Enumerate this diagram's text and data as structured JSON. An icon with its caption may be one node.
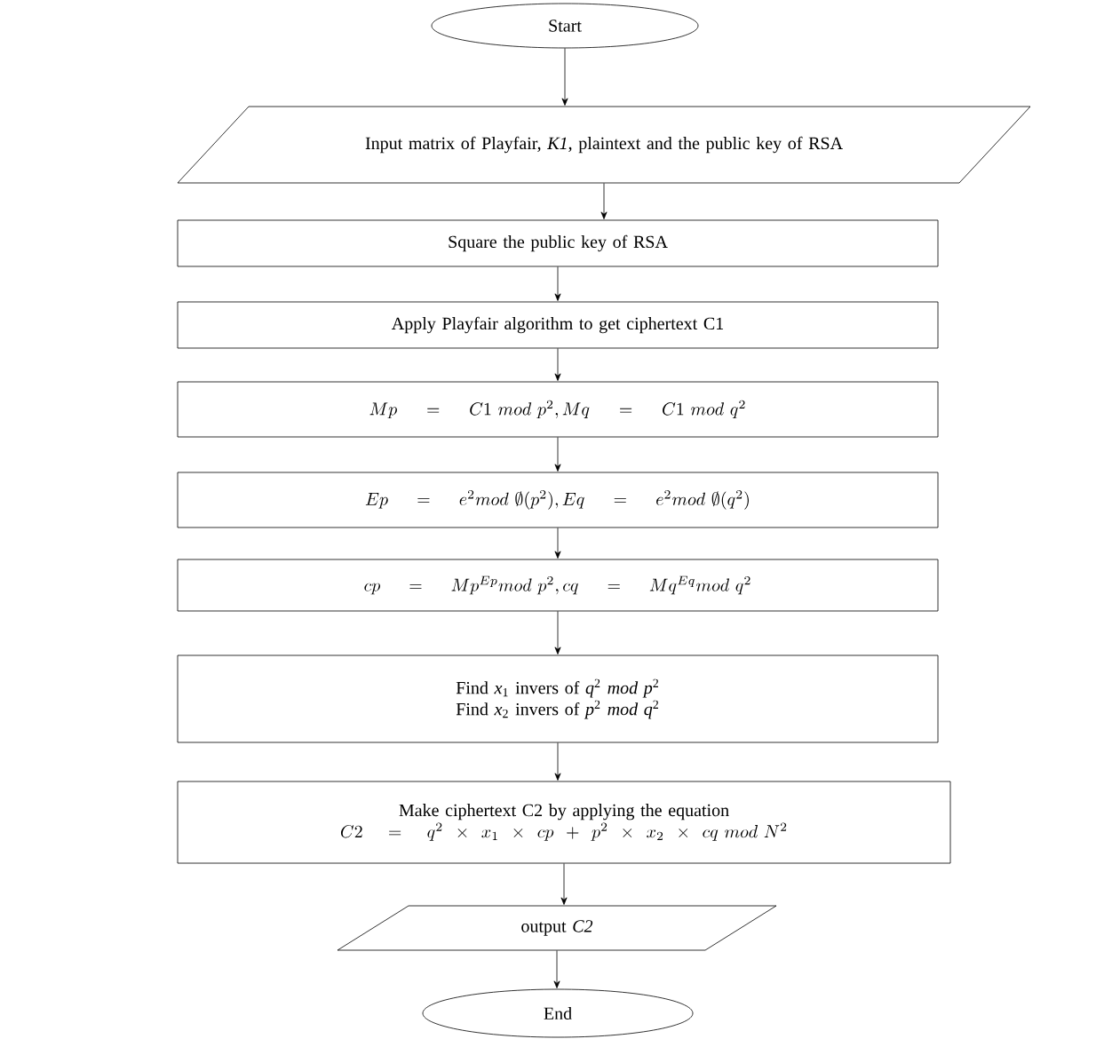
{
  "diagram": {
    "nodes": [
      {
        "text": [
          "Start"
        ]
      },
      {
        "text": [
          "Input matrix of Playfair, *K1*, plaintext and the public key of RSA"
        ]
      },
      {
        "text": [
          "Square the public key of RSA"
        ]
      },
      {
        "text": [
          "Apply Playfair algorithm to get ciphertext C1"
        ]
      },
      {
        "text": [
          "Mp = C1\\ mod\\ p^{2}, Mq = C1\\ mod\\ q^{2}"
        ]
      },
      {
        "text": [
          "Ep = e^{2} mod\\ \\emptyset(p^{2}), Eq = e^{2} mod\\ \\emptyset(q^{2})"
        ]
      },
      {
        "text": [
          "cp = Mp^{Ep} mod\\ p^{2}, cq = Mq^{Eq} mod\\ q^{2}"
        ]
      },
      {
        "text": [
          "Find *x*$_{1}$ invers of *q*$^{2}$ *mod p*$^{2}$",
          "Find *x*$_{2}$ invers of *p*$^{2}$ *mod q*$^{2}$"
        ]
      },
      {
        "text": [
          "Make ciphertext C2 by applying the equation",
          "C2 = q^{2}\\times x_{1}\\times cp + p^{2}\\times x_{2}\\times cq\\ mod\\ N^{2}"
        ]
      },
      {
        "text": [
          "output *C2*"
        ]
      },
      {
        "text": [
          "End"
        ]
      }
    ],
    "edges": [
      {
        "from": 0,
        "to": 1,
        "arrow": "to"
      },
      {
        "from": 1,
        "to": 2,
        "arrow": "to"
      },
      {
        "from": 2,
        "to": 3,
        "arrow": "to"
      },
      {
        "from": 3,
        "to": 4,
        "arrow": "to"
      },
      {
        "from": 4,
        "to": 5,
        "arrow": "to"
      },
      {
        "from": 5,
        "to": 6,
        "arrow": "to"
      },
      {
        "from": 6,
        "to": 7,
        "arrow": "to"
      },
      {
        "from": 7,
        "to": 8,
        "arrow": "to"
      },
      {
        "from": 8,
        "to": 9,
        "arrow": "to"
      },
      {
        "from": 9,
        "to": 10,
        "arrow": "to"
      }
    ]
  }
}
